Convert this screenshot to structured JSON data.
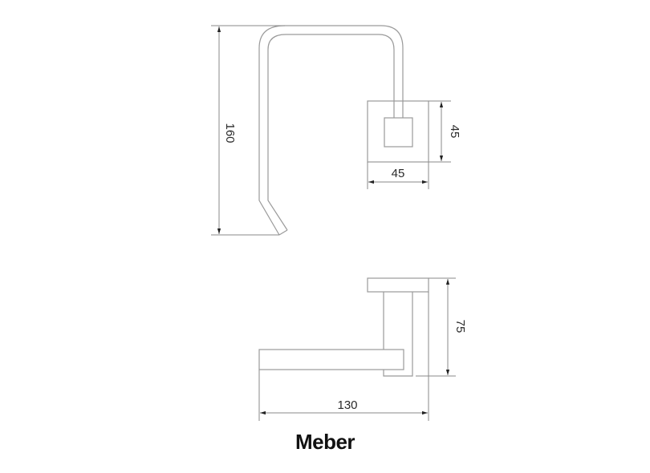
{
  "brand": {
    "name": "Meber"
  },
  "colors": {
    "line": "#9a9a9a",
    "dim": "#8a8a8a",
    "text": "#2a2a2a",
    "brand": "#111111",
    "background": "#ffffff"
  },
  "front_view": {
    "height_label": "160",
    "plate_width_label": "45",
    "plate_height_label": "45"
  },
  "side_view": {
    "depth_label": "75",
    "length_label": "130"
  }
}
